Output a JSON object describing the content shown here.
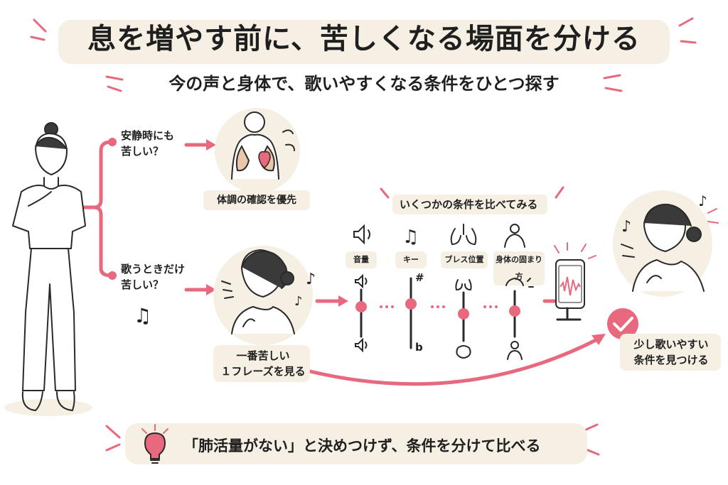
{
  "title": "息を増やす前に、苦しくなる場面を分ける",
  "subtitle": "今の声と身体で、歌いやすくなる条件をひとつ探す",
  "branch_rest": {
    "question": "安静時にも\n苦しい？",
    "result": "体調の確認を優先"
  },
  "branch_sing": {
    "question": "歌うときだけ\n苦しい？",
    "action": "一番苦しい\n１フレーズを見る"
  },
  "compare": {
    "heading": "いくつかの条件を比べてみる",
    "columns": [
      {
        "label": "音量",
        "icon": "speaker-icon"
      },
      {
        "label": "キー",
        "icon": "music-note-icon"
      },
      {
        "label": "ブレス位置",
        "icon": "lungs-icon"
      },
      {
        "label": "身体の固まり方",
        "icon": "body-icon"
      }
    ],
    "key_marks": {
      "top": "#",
      "bottom": "b"
    }
  },
  "result": {
    "label": "少し歌いやすい\n条件を見つける"
  },
  "bottom_message": "「肺活量がない」と決めつけず、条件を分けて比べる",
  "colors": {
    "accent": "#e8697d",
    "panel": "#f6efe4",
    "ink": "#1f1f1f"
  }
}
